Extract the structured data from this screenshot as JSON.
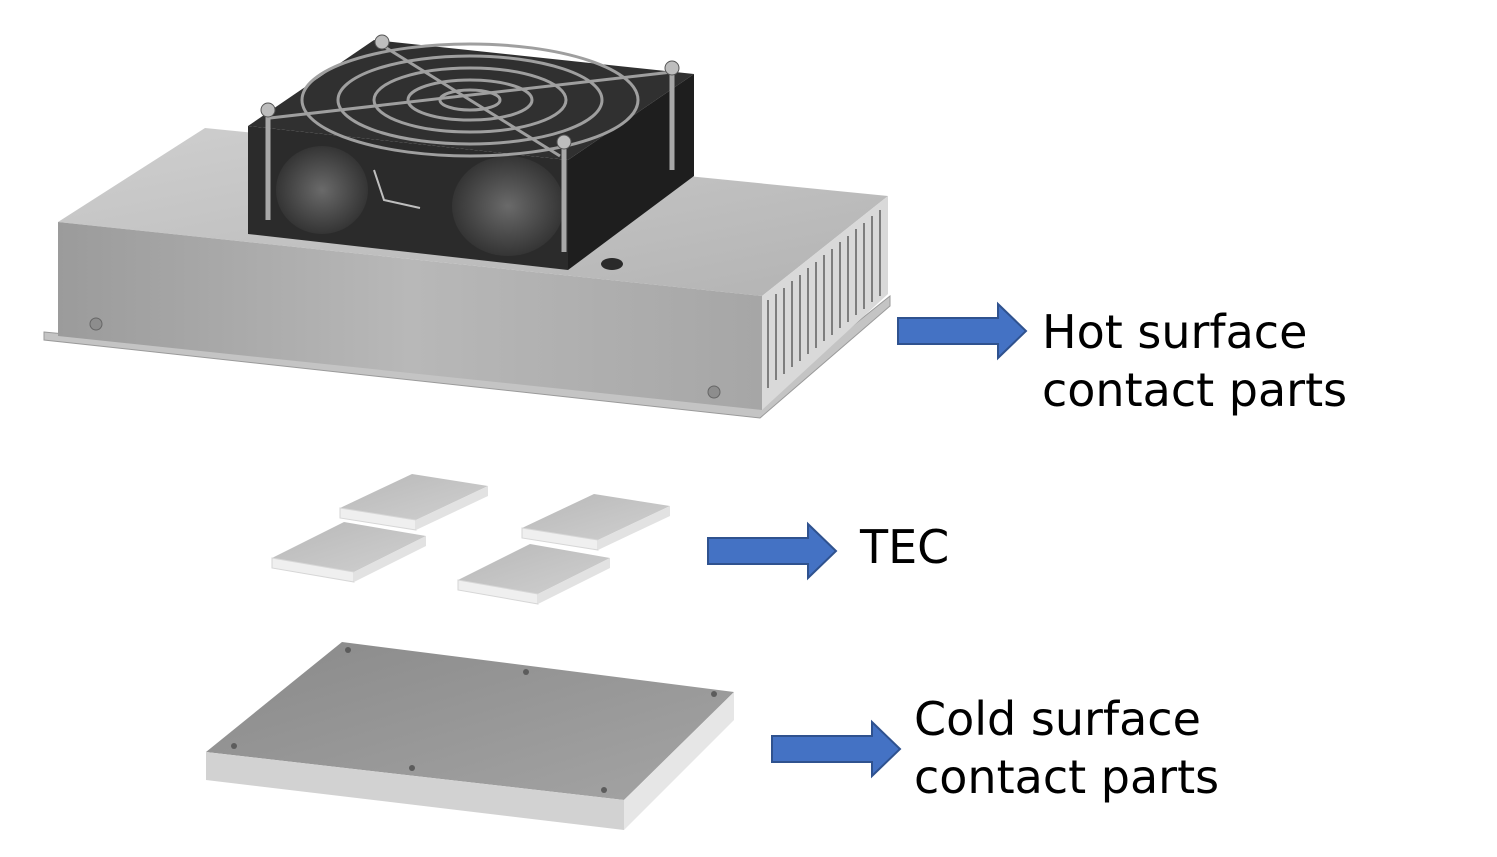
{
  "labels": {
    "hot": {
      "line1": "Hot surface",
      "line2": "contact parts"
    },
    "tec": {
      "line1": "TEC"
    },
    "cold": {
      "line1": "Cold surface",
      "line2": "contact parts"
    }
  },
  "colors": {
    "arrow_fill": "#4472C4",
    "arrow_stroke": "#2F528F",
    "metal_light": "#c9c9c9",
    "metal_mid": "#a9a9a9",
    "metal_dark": "#8c8c8c",
    "fan_black": "#1f1f1f"
  },
  "icons": {
    "hot_part": "heat-sink-with-fan",
    "tec_part": "tec-modules",
    "cold_part": "cold-plate",
    "arrow": "right-arrow-icon"
  }
}
